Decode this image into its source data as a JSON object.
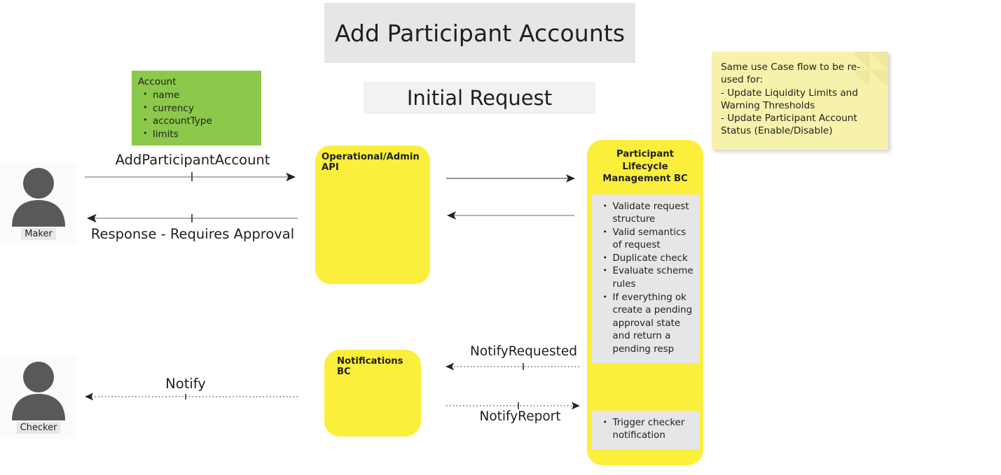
{
  "title": "Add Participant Accounts",
  "subtitle": "Initial Request",
  "account_card": {
    "header": "Account",
    "fields": [
      "name",
      "currency",
      "accountType",
      "limits"
    ],
    "color": "#8cc84b"
  },
  "sticky_note": {
    "text": "Same use Case flow to be re-used for:\n- Update Liquidity Limits and Warning Thresholds\n- Update Participant Account Status (Enable/Disable)",
    "color": "#f7f2ab"
  },
  "actors": [
    {
      "id": "maker",
      "label": "Maker"
    },
    {
      "id": "checker",
      "label": "Checker"
    }
  ],
  "components": {
    "api": {
      "title": "Operational/Admin API",
      "color": "#fbef3c"
    },
    "notifications": {
      "title": "Notifications BC",
      "color": "#fbef3c"
    },
    "plm": {
      "title": "Participant Lifecycle Management BC",
      "color": "#fbef3c",
      "panel_1": [
        "Validate request structure",
        "Valid semantics of request",
        "Duplicate check",
        "Evaluate scheme rules",
        "If everything ok create a pending approval state and return a pending resp"
      ],
      "panel_2": [
        "Trigger checker notification"
      ]
    }
  },
  "flows": [
    {
      "id": "add-participant-account",
      "label": "AddParticipantAccount",
      "style": "solid",
      "direction": "right"
    },
    {
      "id": "response-requires-approval",
      "label": "Response - Requires Approval",
      "style": "solid",
      "direction": "left"
    },
    {
      "id": "api-to-plm",
      "label": "",
      "style": "solid",
      "direction": "right"
    },
    {
      "id": "plm-to-api",
      "label": "",
      "style": "solid",
      "direction": "left"
    },
    {
      "id": "notify-requested",
      "label": "NotifyRequested",
      "style": "dotted",
      "direction": "left"
    },
    {
      "id": "notify-report",
      "label": "NotifyReport",
      "style": "dotted",
      "direction": "right"
    },
    {
      "id": "notify",
      "label": "Notify",
      "style": "dotted",
      "direction": "left"
    }
  ]
}
